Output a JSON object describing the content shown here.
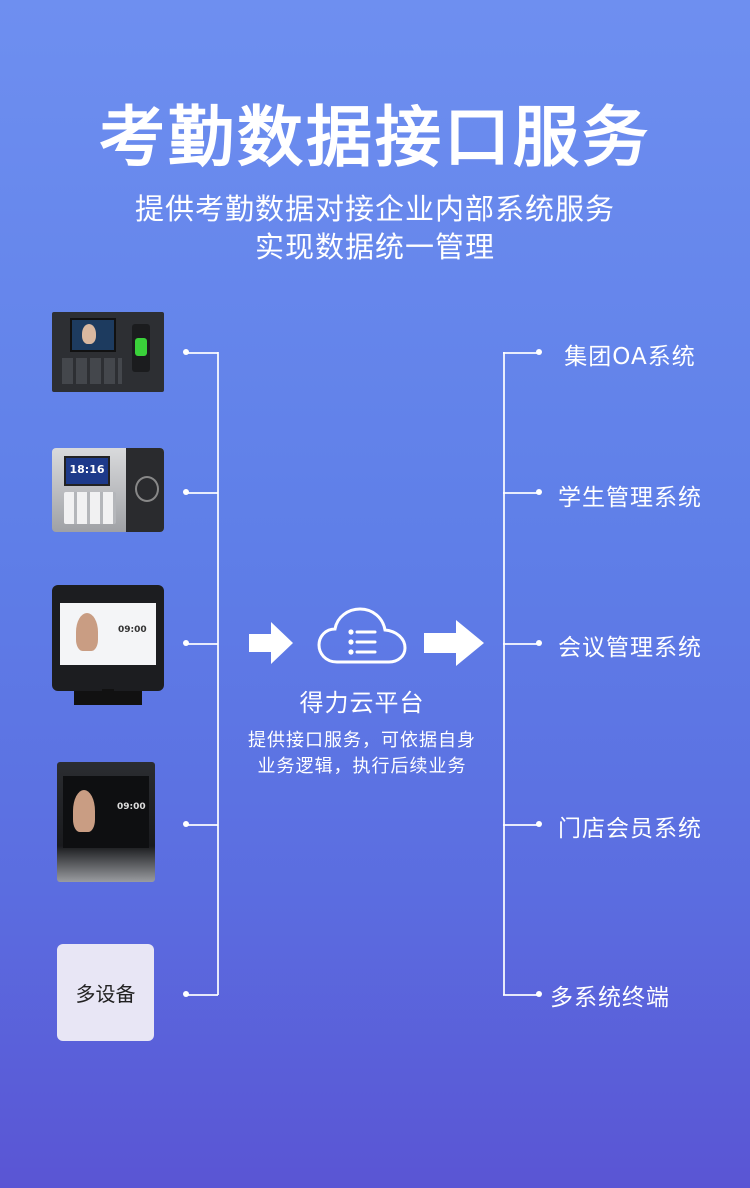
{
  "header": {
    "title": "考勤数据接口服务",
    "subtitle_line1": "提供考勤数据对接企业内部系统服务",
    "subtitle_line2": "实现数据统一管理"
  },
  "devices": {
    "device2_time": "18:16",
    "device3_time": "09:00",
    "device4_time": "09:00",
    "multi_label": "多设备"
  },
  "platform": {
    "name": "得力云平台",
    "desc_line1": "提供接口服务，可依据自身",
    "desc_line2": "业务逻辑，执行后续业务"
  },
  "systems": [
    {
      "label": "集团OA系统"
    },
    {
      "label": "学生管理系统"
    },
    {
      "label": "会议管理系统"
    },
    {
      "label": "门店会员系统"
    },
    {
      "label": "多系统终端"
    }
  ],
  "icons": {
    "arrow": "arrow-right-icon",
    "cloud": "cloud-list-icon"
  },
  "colors": {
    "bg_top": "#6e8ff0",
    "bg_bottom": "#5a55d4",
    "line": "#ffffff"
  }
}
